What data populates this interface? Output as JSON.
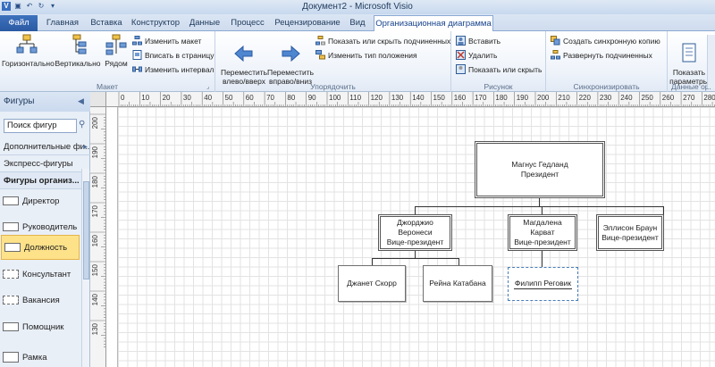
{
  "window": {
    "title": "Документ2 - Microsoft Visio"
  },
  "tabs": [
    {
      "label": "Файл"
    },
    {
      "label": "Главная"
    },
    {
      "label": "Вставка"
    },
    {
      "label": "Конструктор"
    },
    {
      "label": "Данные"
    },
    {
      "label": "Процесс"
    },
    {
      "label": "Рецензирование"
    },
    {
      "label": "Вид"
    },
    {
      "label": "Организационная диаграмма"
    }
  ],
  "ribbon": {
    "layout": {
      "label": "Макет",
      "horizontal": "Горизонтально",
      "vertical": "Вертикально",
      "side": "Рядом",
      "change_layout": "Изменить макет",
      "fit_page": "Вписать в страницу",
      "change_interval": "Изменить интервал"
    },
    "arrange": {
      "label": "Упорядочить",
      "move_left": "Переместить\nвлево/вверх",
      "move_right": "Переместить\nвправо/вниз",
      "show_hide": "Показать или скрыть подчиненных",
      "change_position": "Изменить тип положения"
    },
    "picture": {
      "label": "Рисунок",
      "insert": "Вставить",
      "delete": "Удалить",
      "show_hide": "Показать или скрыть"
    },
    "sync": {
      "label": "Синхронизировать",
      "create_copy": "Создать синхронную копию",
      "expand": "Развернуть подчиненных"
    },
    "data": {
      "label": "Данные орг",
      "show_params": "Показать\nпараметры"
    }
  },
  "shapes_pane": {
    "title": "Фигуры",
    "search_value": "Поиск фигур",
    "more_shapes": "Дополнительные фи...",
    "quick_shapes": "Экспресс-фигуры",
    "current_stencil": "Фигуры организ...",
    "items": [
      {
        "label": "Директор"
      },
      {
        "label": "Руководитель"
      },
      {
        "label": "Должность"
      },
      {
        "label": "Консультант"
      },
      {
        "label": "Вакансия"
      },
      {
        "label": "Помощник"
      },
      {
        "label": "Рамка"
      }
    ]
  },
  "ruler": {
    "top_ticks": [
      "0",
      "10",
      "20",
      "30",
      "40",
      "50",
      "60",
      "70",
      "80",
      "90",
      "100",
      "110",
      "120",
      "130",
      "140",
      "150",
      "160",
      "170",
      "180",
      "190",
      "200",
      "210",
      "220",
      "230",
      "240",
      "250",
      "260",
      "270",
      "280"
    ],
    "left_ticks": [
      "200",
      "190",
      "180",
      "170",
      "160",
      "150",
      "140",
      "130"
    ]
  },
  "org_chart": {
    "president": {
      "name": "Магнус Гедланд",
      "title": "Президент"
    },
    "vp1": {
      "name": "Джорджио\nВеронеси",
      "title": "Вице-президент"
    },
    "vp2": {
      "name": "Магдалена Карват",
      "title": "Вице-президент"
    },
    "vp3": {
      "name": "Эллисон Браун",
      "title": "Вице-президент"
    },
    "emp1": {
      "name": "Джанет Скорр"
    },
    "emp2": {
      "name": "Рейна Катабана"
    },
    "emp3": {
      "name": "Филипп Реговик"
    }
  },
  "colors": {
    "ribbon_accent": "#2b579a",
    "selected_shape": "#fde28a"
  }
}
